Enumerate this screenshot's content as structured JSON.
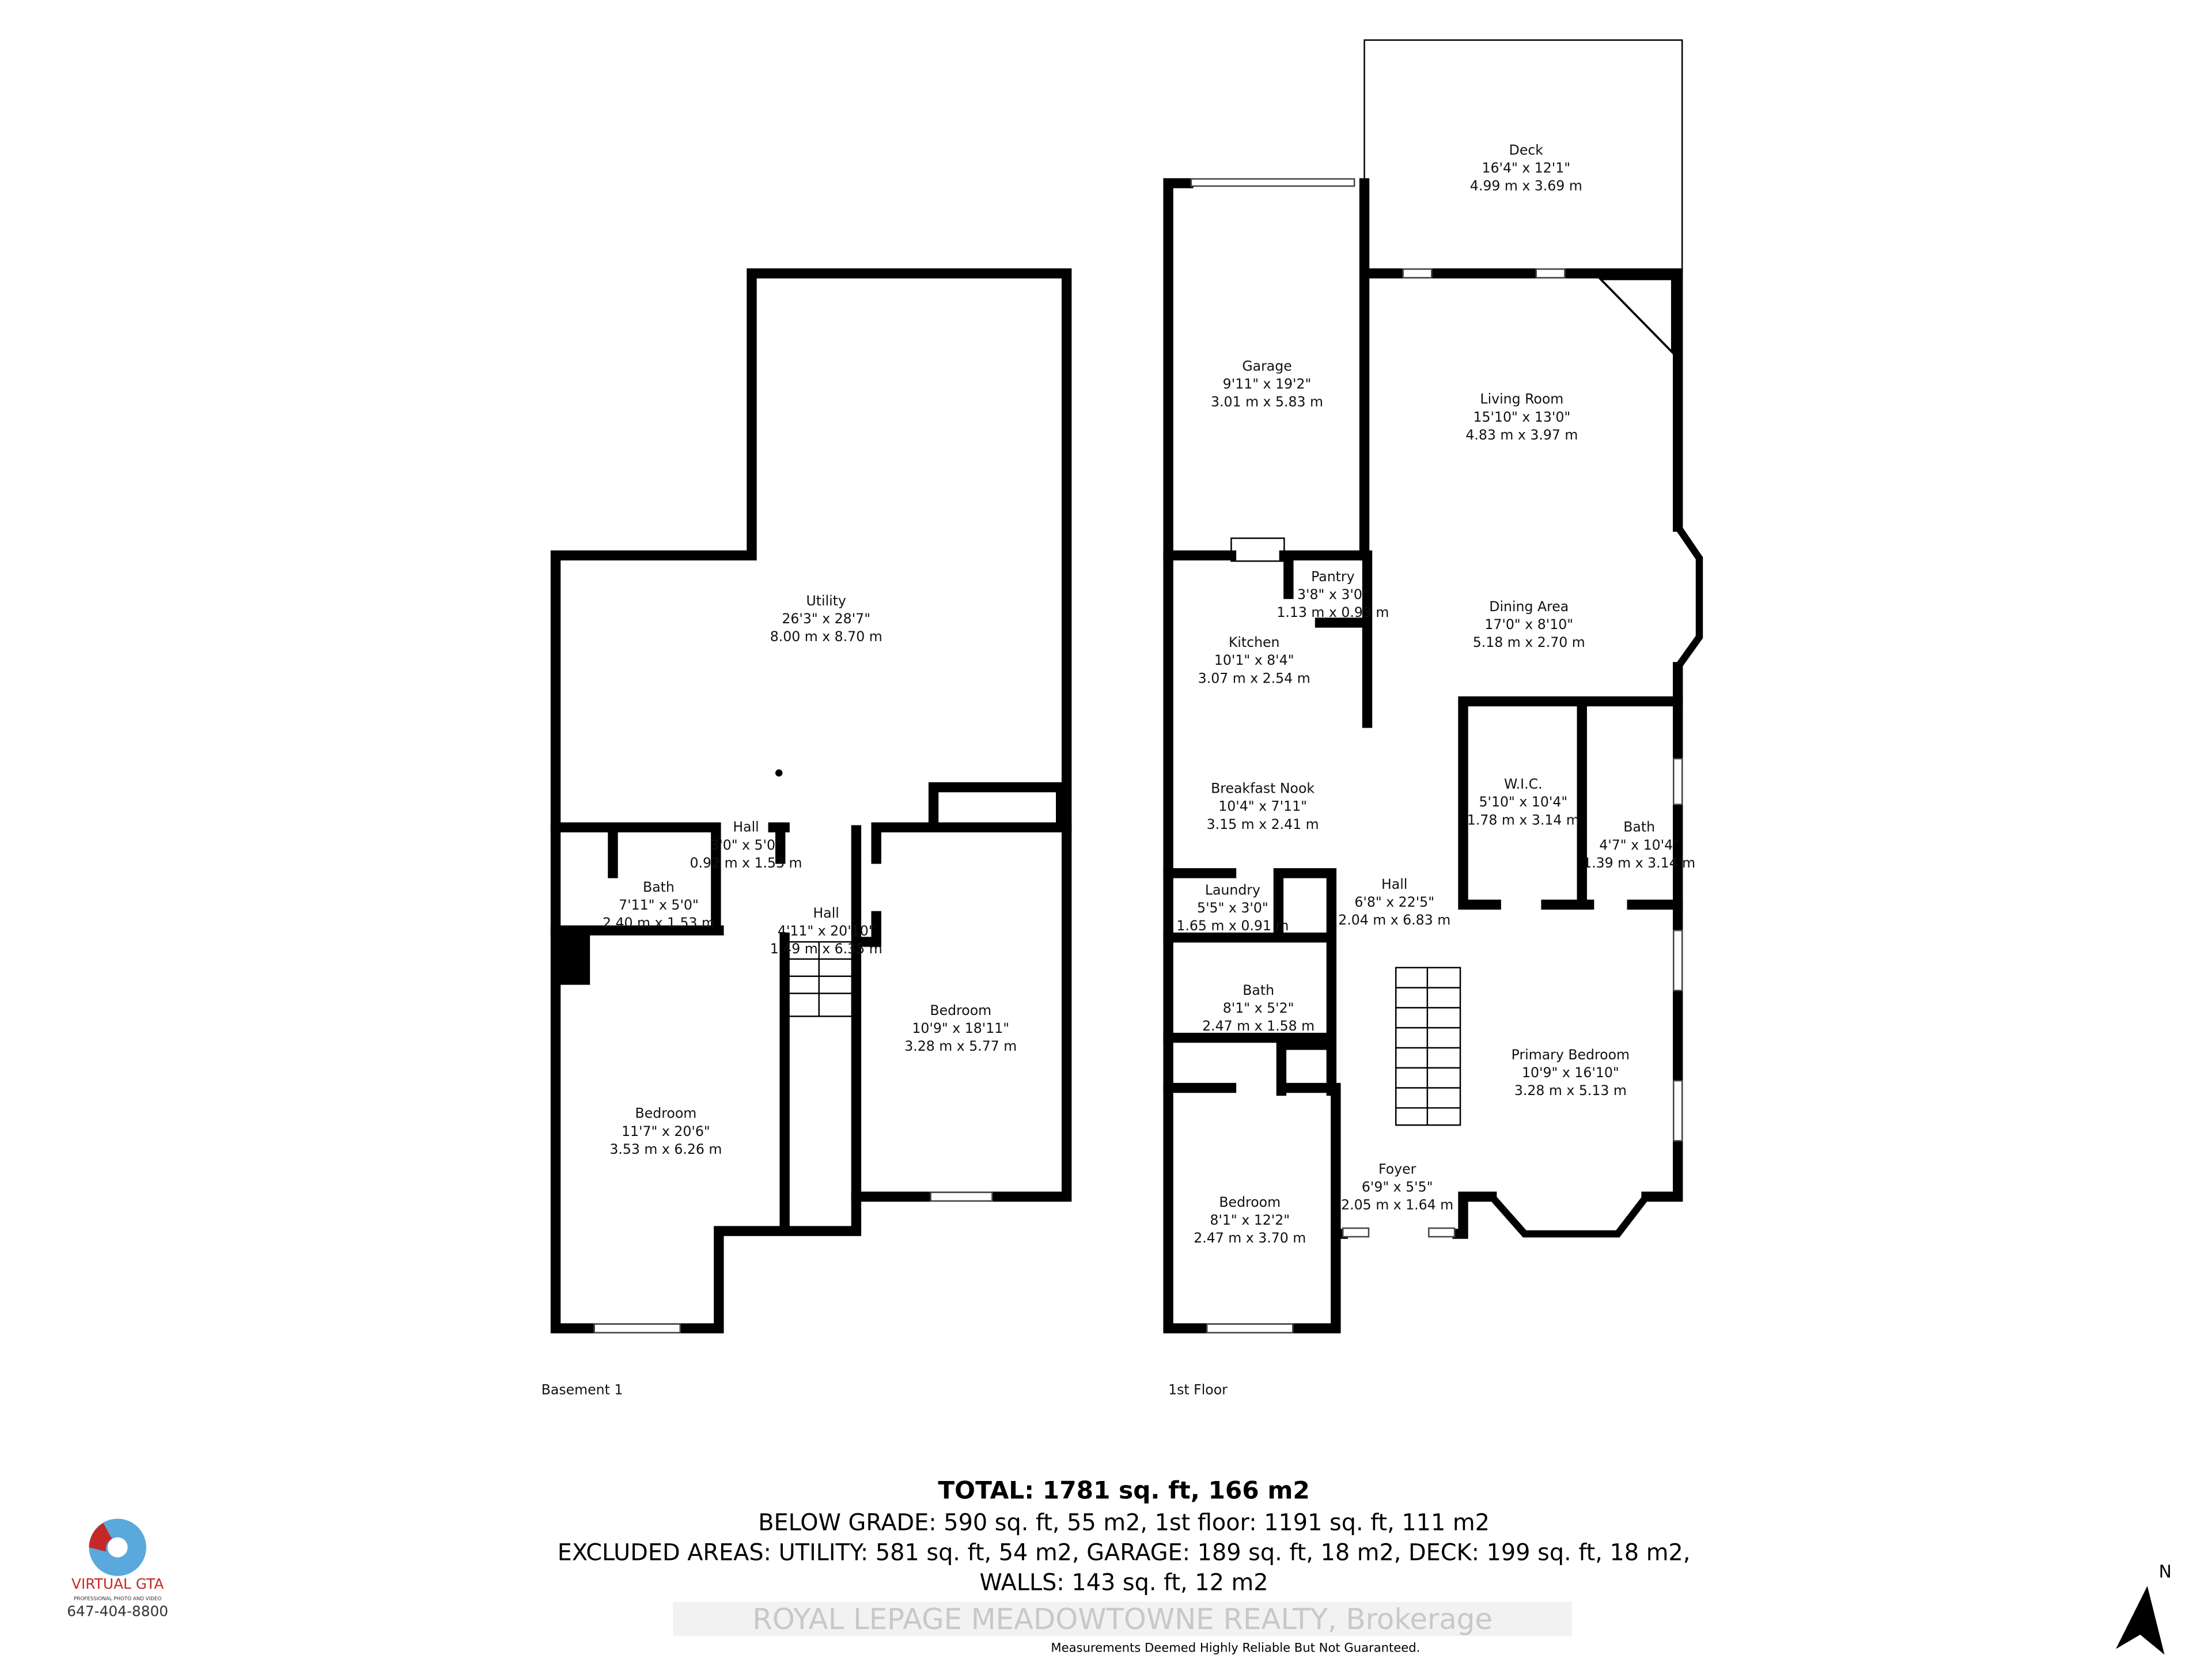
{
  "floors": {
    "basement": {
      "label": "Basement 1",
      "rooms": [
        {
          "name": "Utility",
          "imperial": "26'3\" x 28'7\"",
          "metric": "8.00 m x 8.70 m"
        },
        {
          "name": "Bath",
          "imperial": "7'11\" x 5'0\"",
          "metric": "2.40 m x 1.53 m"
        },
        {
          "name": "Hall",
          "imperial": "3'0\" x 5'0\"",
          "metric": "0.92 m x 1.53 m"
        },
        {
          "name": "Hall",
          "imperial": "4'11\" x 20'10\"",
          "metric": "1.49 m x 6.35 m"
        },
        {
          "name": "Bedroom",
          "imperial": "10'9\" x 18'11\"",
          "metric": "3.28 m x 5.77 m"
        },
        {
          "name": "Bedroom",
          "imperial": "11'7\" x 20'6\"",
          "metric": "3.53 m x 6.26 m"
        }
      ]
    },
    "first": {
      "label": "1st Floor",
      "rooms": [
        {
          "name": "Deck",
          "imperial": "16'4\" x 12'1\"",
          "metric": "4.99 m x 3.69 m"
        },
        {
          "name": "Garage",
          "imperial": "9'11\" x 19'2\"",
          "metric": "3.01 m x 5.83 m"
        },
        {
          "name": "Living Room",
          "imperial": "15'10\" x 13'0\"",
          "metric": "4.83 m x 3.97 m"
        },
        {
          "name": "Pantry",
          "imperial": "3'8\" x 3'0\"",
          "metric": "1.13 m x 0.93 m"
        },
        {
          "name": "Dining Area",
          "imperial": "17'0\" x 8'10\"",
          "metric": "5.18 m x 2.70 m"
        },
        {
          "name": "Kitchen",
          "imperial": "10'1\" x 8'4\"",
          "metric": "3.07 m x 2.54 m"
        },
        {
          "name": "Breakfast Nook",
          "imperial": "10'4\" x 7'11\"",
          "metric": "3.15 m x 2.41 m"
        },
        {
          "name": "W.I.C.",
          "imperial": "5'10\" x 10'4\"",
          "metric": "1.78 m x 3.14 m"
        },
        {
          "name": "Bath",
          "imperial": "4'7\" x 10'4\"",
          "metric": "1.39 m x 3.14 m"
        },
        {
          "name": "Laundry",
          "imperial": "5'5\" x 3'0\"",
          "metric": "1.65 m x 0.91 m"
        },
        {
          "name": "Hall",
          "imperial": "6'8\" x 22'5\"",
          "metric": "2.04 m x 6.83 m"
        },
        {
          "name": "Bath",
          "imperial": "8'1\" x 5'2\"",
          "metric": "2.47 m x 1.58 m"
        },
        {
          "name": "Primary Bedroom",
          "imperial": "10'9\" x 16'10\"",
          "metric": "3.28 m x 5.13 m"
        },
        {
          "name": "Foyer",
          "imperial": "6'9\" x 5'5\"",
          "metric": "2.05 m x 1.64 m"
        },
        {
          "name": "Bedroom",
          "imperial": "8'1\" x 12'2\"",
          "metric": "2.47 m x 3.70 m"
        }
      ]
    }
  },
  "summary": {
    "total": "TOTAL: 1781 sq. ft, 166 m2",
    "line1": "BELOW GRADE: 590 sq. ft, 55 m2, 1st floor: 1191 sq. ft, 111 m2",
    "line2": "EXCLUDED AREAS: UTILITY: 581 sq. ft, 54 m2, GARAGE: 189 sq. ft, 18 m2, DECK: 199 sq. ft, 18 m2,",
    "line3": "WALLS: 143 sq. ft, 12 m2"
  },
  "watermark": "ROYAL LEPAGE MEADOWTOWNE REALTY, Brokerage",
  "disclaimer": "Measurements Deemed Highly Reliable But Not Guaranteed.",
  "logo": {
    "brand": "VIRTUAL GTA",
    "tagline": "PROFESSIONAL PHOTO AND VIDEO",
    "phone": "647-404-8800",
    "colors": {
      "red": "#c62828",
      "blue": "#5aa9dc"
    }
  },
  "compass": {
    "label": "N",
    "icon": "north-arrow-icon"
  }
}
